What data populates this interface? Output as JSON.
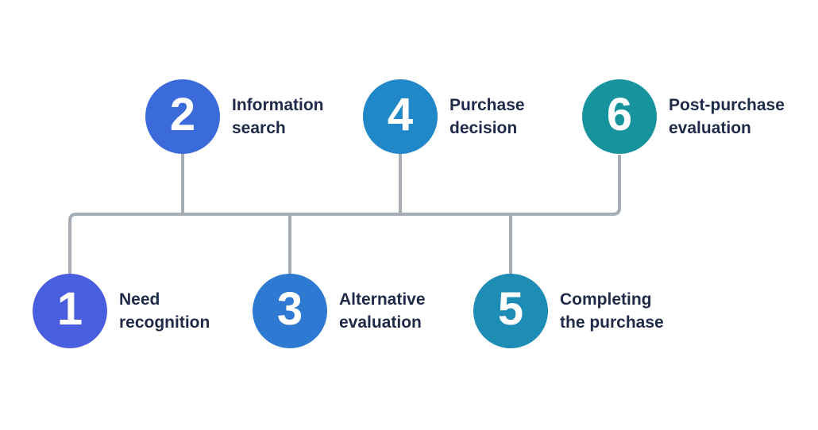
{
  "diagram": {
    "background_color": "#ffffff",
    "connector": {
      "color": "#a7adb5"
    },
    "label_text_color": "#1e2a47",
    "number_text_color": "#ffffff"
  },
  "steps": [
    {
      "number": "1",
      "label_line1": "Need",
      "label_line2": "recognition",
      "color": "#4a5fe0",
      "row": "bottom"
    },
    {
      "number": "2",
      "label_line1": "Information",
      "label_line2": "search",
      "color": "#3b6bdb",
      "row": "top"
    },
    {
      "number": "3",
      "label_line1": "Alternative",
      "label_line2": "evaluation",
      "color": "#2e79d2",
      "row": "bottom"
    },
    {
      "number": "4",
      "label_line1": "Purchase",
      "label_line2": "decision",
      "color": "#2088c8",
      "row": "top"
    },
    {
      "number": "5",
      "label_line1": "Completing",
      "label_line2": "the purchase",
      "color": "#1d8db5",
      "row": "bottom"
    },
    {
      "number": "6",
      "label_line1": "Post-purchase",
      "label_line2": "evaluation",
      "color": "#17939e",
      "row": "top"
    }
  ]
}
